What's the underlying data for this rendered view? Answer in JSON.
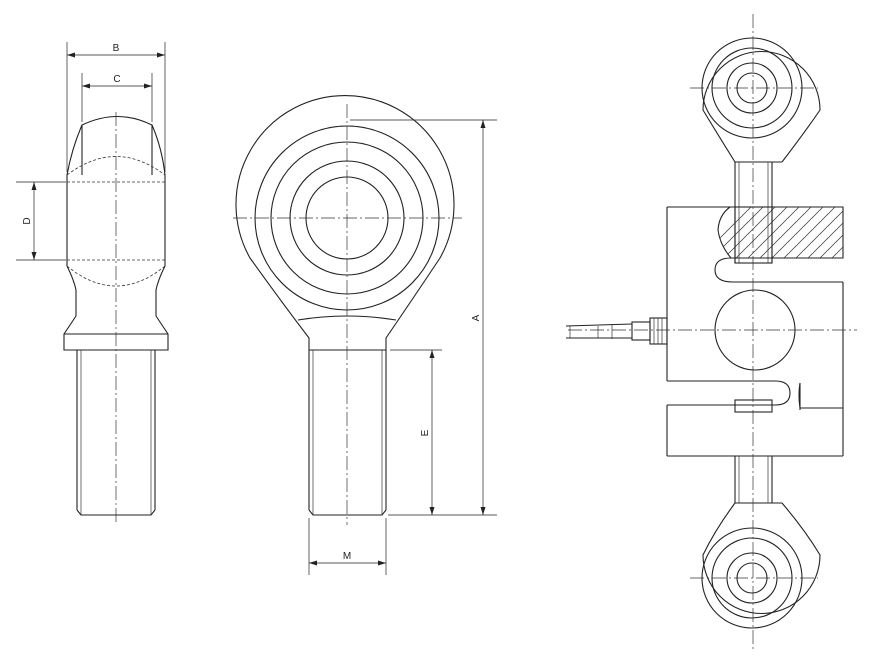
{
  "dimensions": {
    "A": "A",
    "B": "B",
    "C": "C",
    "D": "D",
    "E": "E",
    "M": "M"
  },
  "colors": {
    "line": "#222222",
    "background": "#ffffff"
  }
}
